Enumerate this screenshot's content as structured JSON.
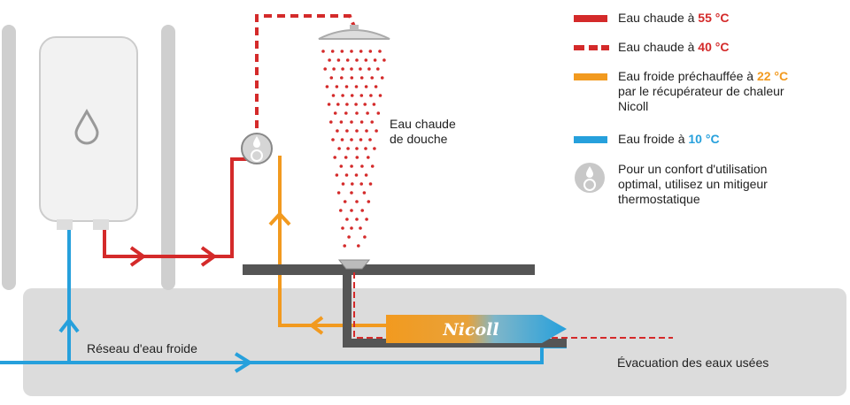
{
  "legend": [
    {
      "prefix": "Eau chaude à ",
      "temp": "55 °C",
      "color": "#d42a2a",
      "style": "solid"
    },
    {
      "prefix": "Eau chaude à ",
      "temp": "40 °C",
      "color": "#d42a2a",
      "style": "dashed"
    },
    {
      "prefix": "Eau froide préchauffée à ",
      "temp": "22 °C",
      "line2": "par le récupérateur de chaleur",
      "line3": "Nicoll",
      "color": "#f29a1f",
      "style": "solid"
    },
    {
      "prefix": "Eau froide à ",
      "temp": "10 °C",
      "color": "#26a0dc",
      "style": "solid"
    },
    {
      "line1": "Pour un confort d'utilisation",
      "line2": "optimal, utilisez un mitigeur",
      "line3": "thermostatique",
      "icon": "thermostatic-mixer-icon"
    }
  ],
  "labels": {
    "shower_line1": "Eau chaude",
    "shower_line2": "de douche",
    "cold_network": "Réseau d'eau froide",
    "drain": "Évacuation des eaux usées",
    "brand": "Nicoll"
  },
  "icons": {
    "water_heater": "water-heater-icon",
    "droplet": "droplet-icon",
    "shower_head": "shower-head-icon",
    "mixer": "thermostatic-mixer-icon",
    "heat_recovery_unit": "heat-recovery-unit-icon"
  },
  "colors": {
    "hot_water": "#d42a2a",
    "preheated_water": "#f29a1f",
    "cold_water": "#26a0dc",
    "drain_pipe": "#555555",
    "ground": "#d9d9d9"
  }
}
